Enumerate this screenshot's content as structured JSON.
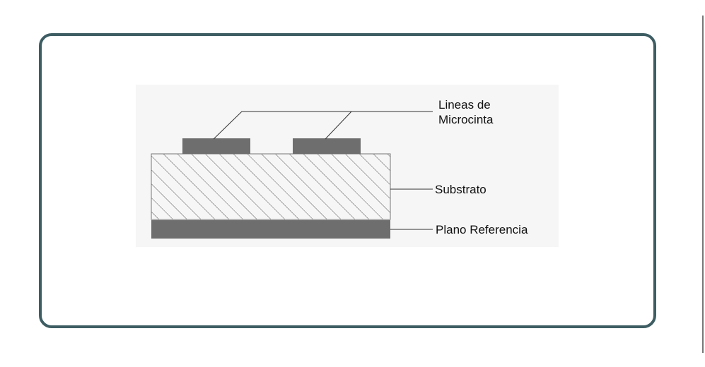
{
  "diagram": {
    "labels": {
      "lines_line1": "Lineas de",
      "lines_line2": "Microcinta",
      "substrate": "Substrato",
      "ground_plane": "Plano Referencia"
    },
    "colors": {
      "frame_border": "#3d5d63",
      "metal": "#6e6e6e",
      "hatch": "#555555",
      "leader": "#333333",
      "panel_background": "#f6f6f6"
    }
  }
}
